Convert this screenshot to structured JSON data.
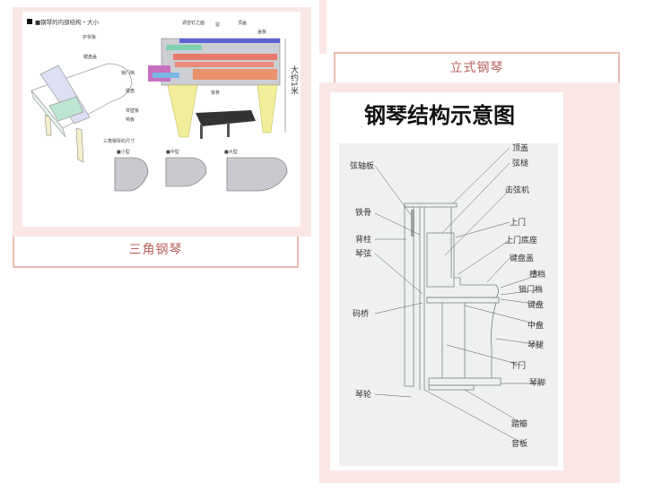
{
  "grand_piano": {
    "caption": "三角钢琴",
    "diagram_title": "■钢琴的内部结构・大小",
    "labels": [
      "护琴板",
      "键盘盖",
      "锁门档",
      "键盘",
      "琴壁板",
      "调音钉之面",
      "弦",
      "顶盖",
      "盖板",
      "铁骨",
      "响板",
      "大约1米",
      "三角钢琴的尺寸",
      "■小型",
      "■中型",
      "■大型"
    ],
    "colors": {
      "lid": "#5b63d6",
      "frame": "#e77a6a",
      "bar": "#e9926b",
      "leg": "#f3ee9a",
      "key": "#9bd6b9",
      "case": "#c9c9cf"
    }
  },
  "upright_piano": {
    "caption": "立式钢琴",
    "diagram_title": "钢琴结构示意图",
    "left_labels": [
      "弦轴板",
      "铁骨",
      "背柱",
      "琴弦",
      "码桥",
      "琴轮"
    ],
    "right_labels": [
      "顶盖",
      "弦槌",
      "击弦机",
      "上门",
      "上门底座",
      "键盘盖",
      "槽档",
      "锁门档",
      "键盘",
      "中盘",
      "琴腿",
      "下门",
      "琴脚",
      "踏瓣",
      "音板"
    ]
  }
}
